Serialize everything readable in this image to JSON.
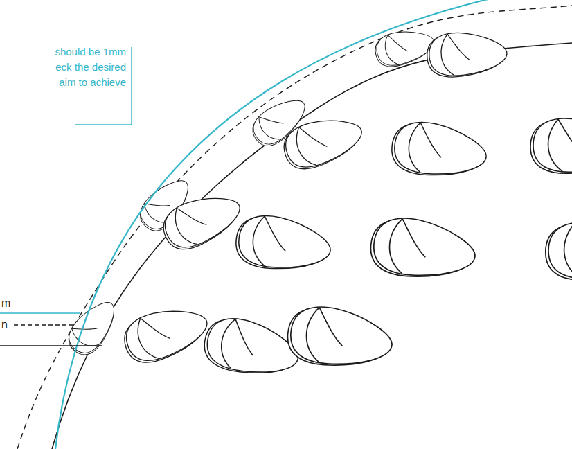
{
  "diagram": {
    "labels": [
      "should be 1mm eck the desired aim to achieve",
      "m",
      "n"
    ]
  }
}
